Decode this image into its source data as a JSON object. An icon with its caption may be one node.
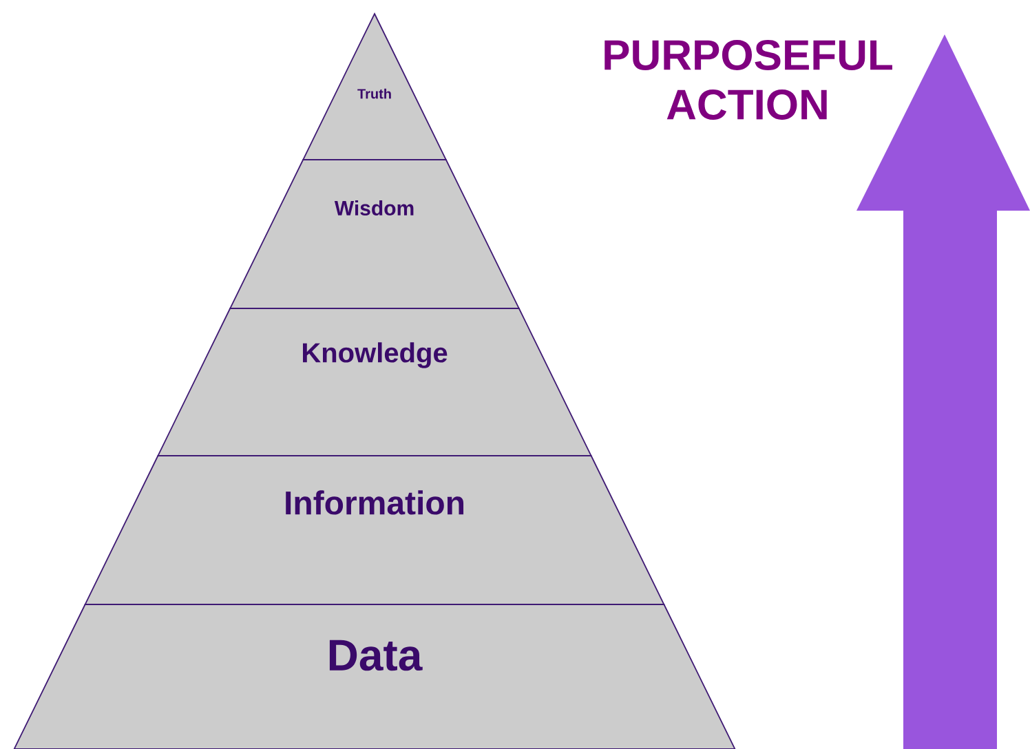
{
  "diagram": {
    "nodes": [
      {
        "text": [
          "Truth"
        ]
      },
      {
        "text": [
          "Wisdom"
        ]
      },
      {
        "text": [
          "Knowledge"
        ]
      },
      {
        "text": [
          "Information"
        ]
      },
      {
        "text": [
          "Data"
        ]
      }
    ],
    "labels": [
      "PURPOSEFUL ACTION"
    ]
  }
}
